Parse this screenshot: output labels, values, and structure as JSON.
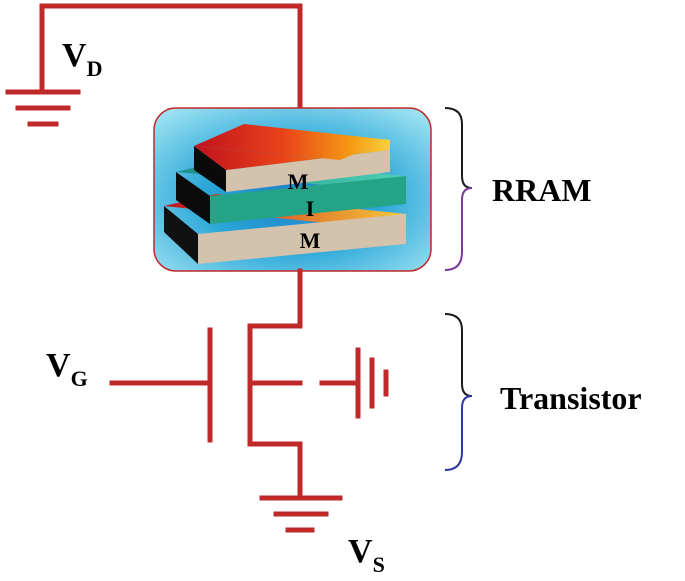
{
  "labels": {
    "vd": {
      "main": "V",
      "sub": "D"
    },
    "vg": {
      "main": "V",
      "sub": "G"
    },
    "vs": {
      "main": "V",
      "sub": "S"
    },
    "rram": "RRAM",
    "transistor": "Transistor",
    "mim_top": "M",
    "mim_mid": "I",
    "mim_bot": "M"
  },
  "colors": {
    "wire": "#c0292a",
    "brace_dark": "#1a1a1a",
    "brace_rram": "#7a3a9a",
    "brace_transistor": "#2a3aa0",
    "metal_layer": "#d3c2ac",
    "insulator_layer": "#24a386",
    "box_bg_center": "#2aa6d8",
    "box_bg_edge": "#7fd6ee"
  }
}
